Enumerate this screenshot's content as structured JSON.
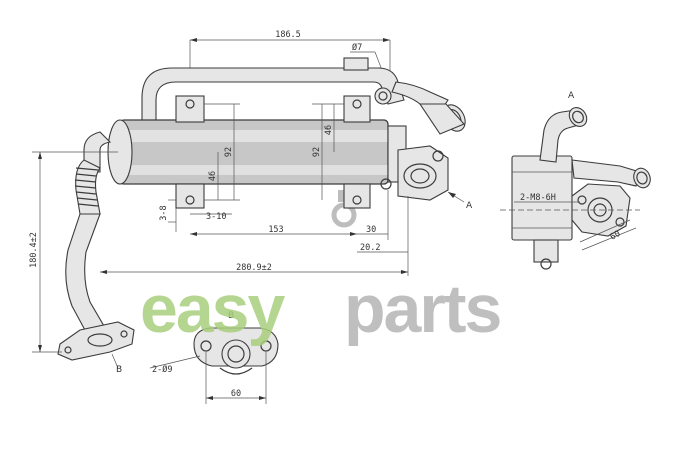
{
  "dimensions": {
    "overall_width": "186.5",
    "pipe_dia": "Ø7",
    "height_92": "92",
    "height_46": "46",
    "small_92": "92",
    "small_46": "46",
    "base_3_8": "3-8",
    "base_3_10": "3-10",
    "length_153": "153",
    "length_30": "30",
    "length_20_2": "20.2",
    "length_280": "280.9±2",
    "height_180": "180.4±2",
    "thread": "2-M8-6H",
    "flange_60_side": "60",
    "holes": "2-Ø9",
    "flange_60": "60"
  },
  "views": {
    "A_label": "A",
    "B_label": "B",
    "A_view_label": "A",
    "B_view_label": "B"
  },
  "watermark": {
    "easy": "easy",
    "parts": "parts",
    "easy_color": "#a9cf7d",
    "parts_color": "#b4b4b4"
  }
}
